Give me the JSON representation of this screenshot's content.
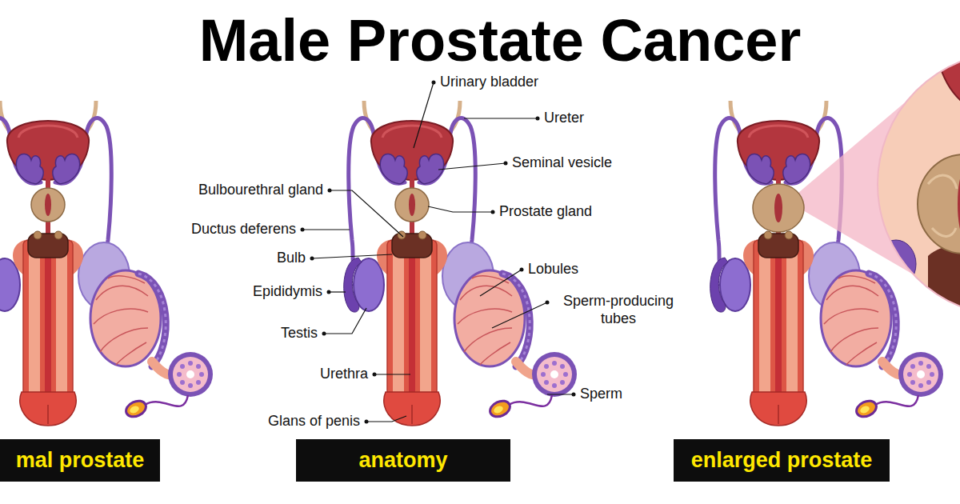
{
  "diagram": {
    "title": "Male Prostate Cancer",
    "nodes": [
      {
        "text": [
          "mal prostate"
        ]
      },
      {
        "text": [
          "anatomy"
        ]
      },
      {
        "text": [
          "enlarged prostate"
        ]
      }
    ],
    "labels": [
      "Urinary bladder",
      "Ureter",
      "Seminal vesicle",
      "Bulbourethral gland",
      "Prostate gland",
      "Ductus deferens",
      "Bulb",
      "Lobules",
      "Epididymis",
      "Sperm-producing tubes",
      "Testis",
      "Urethra",
      "Sperm",
      "Glans of penis"
    ]
  }
}
